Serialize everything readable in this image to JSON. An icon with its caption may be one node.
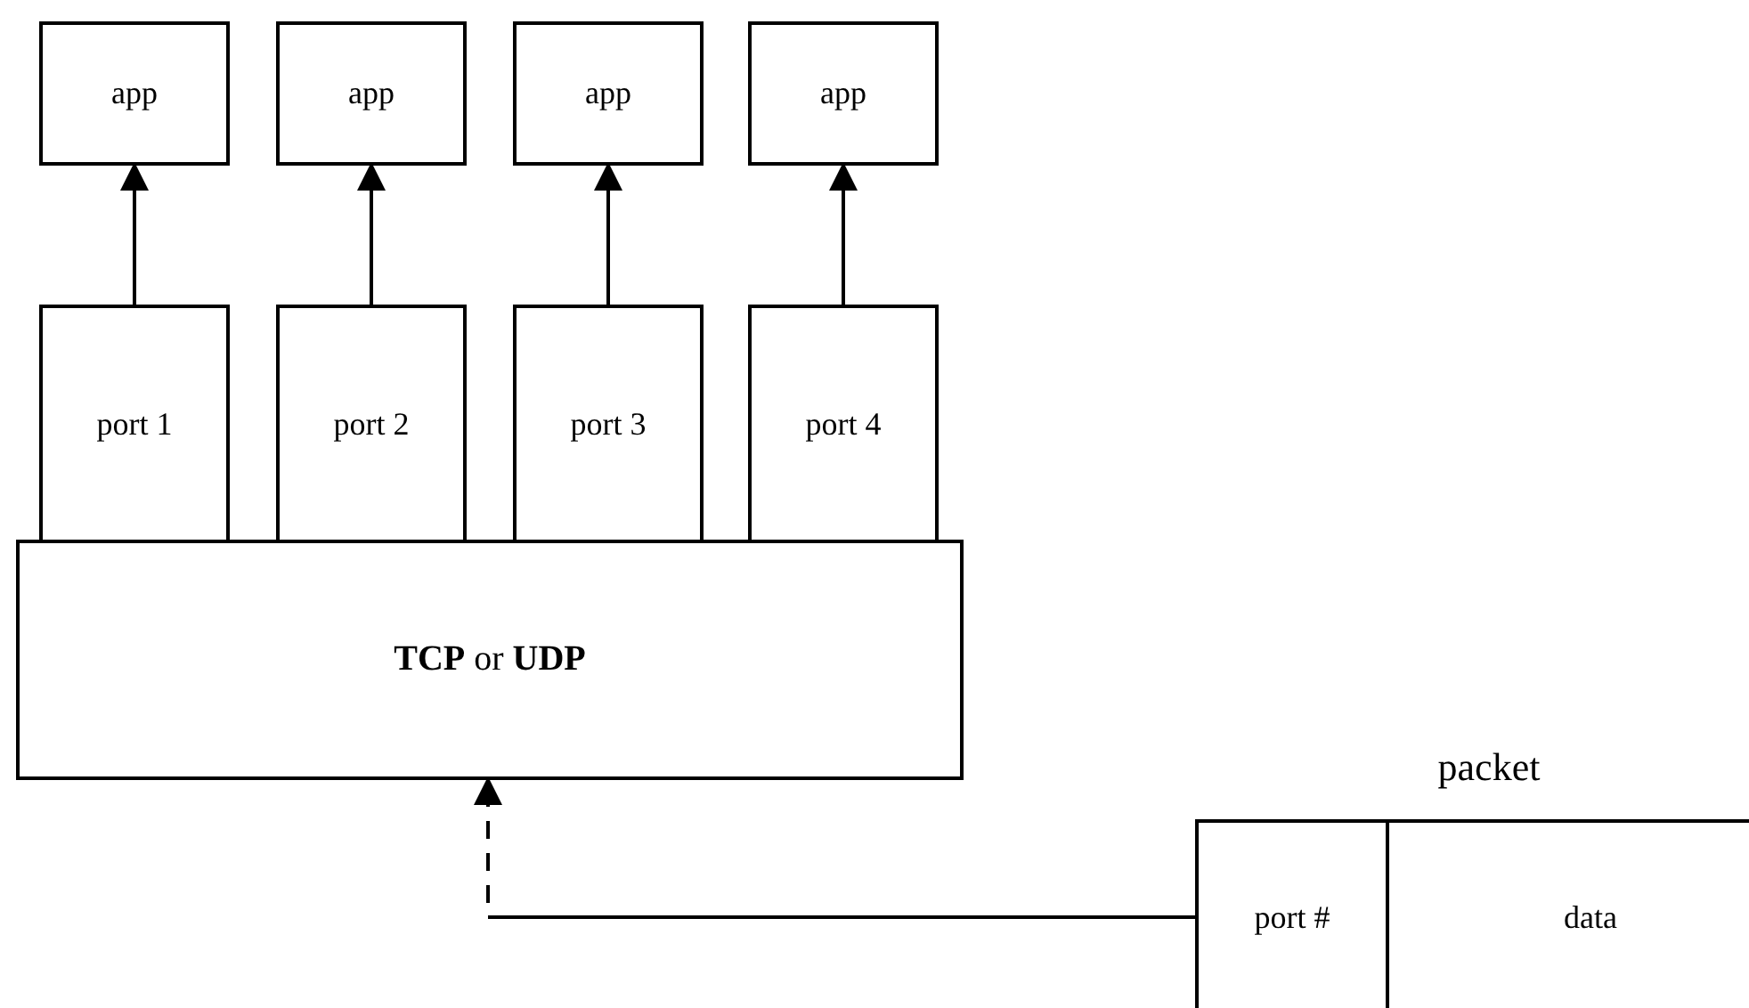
{
  "diagram": {
    "nodes": [
      {
        "text": [
          "app"
        ]
      },
      {
        "text": [
          "app"
        ]
      },
      {
        "text": [
          "app"
        ]
      },
      {
        "text": [
          "app"
        ]
      },
      {
        "text": [
          "port 1"
        ]
      },
      {
        "text": [
          "port 2"
        ]
      },
      {
        "text": [
          "port 3"
        ]
      },
      {
        "text": [
          "port 4"
        ]
      },
      {
        "text": [
          "**TCP** or **UDP**"
        ]
      },
      {
        "text": [
          "packet"
        ]
      },
      {
        "text": [
          "port #"
        ],
        "in": 9
      },
      {
        "text": [
          "data"
        ],
        "in": 9
      }
    ],
    "edges": [
      {
        "from": 4,
        "to": 0,
        "arrow": "to"
      },
      {
        "from": 5,
        "to": 1,
        "arrow": "to"
      },
      {
        "from": 6,
        "to": 2,
        "arrow": "to"
      },
      {
        "from": 7,
        "to": 3,
        "arrow": "to"
      },
      {
        "from": 10,
        "to": 8,
        "arrow": "to",
        "style": "dashed"
      }
    ]
  }
}
